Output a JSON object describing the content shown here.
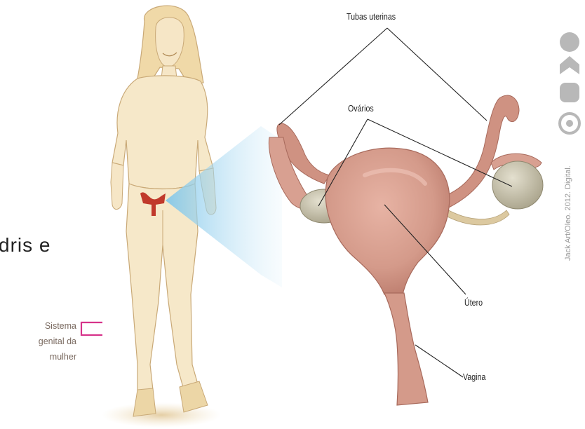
{
  "labels": {
    "tubas": "Tubas uterinas",
    "ovarios": "Ovários",
    "utero": "Útero",
    "vagina": "Vagina"
  },
  "caption": {
    "line1": "Sistema",
    "line2": "genital da",
    "line3": "mulher"
  },
  "side_text": "dris e",
  "credit": "Jack Art/Oleo. 2012. Digital.",
  "colors": {
    "organ": "#d49a8a",
    "organ_dark": "#b87666",
    "ovary": "#c9c4b0",
    "figure": "#f2dfb8",
    "figure_line": "#c9a977",
    "zoom_beam": "#9fd4ef",
    "caption_bracket": "#d6338a",
    "highlight_red": "#c0392b"
  },
  "icons": [
    "logo-c-icon",
    "logo-chevron-icon",
    "logo-square-icon",
    "logo-spiral-icon"
  ]
}
